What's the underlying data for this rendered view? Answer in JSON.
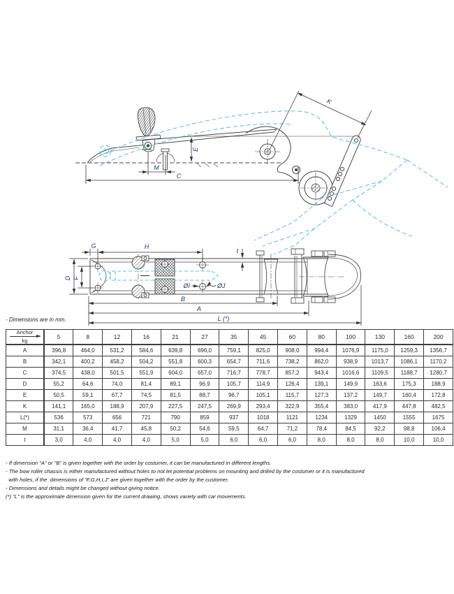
{
  "drawing": {
    "dimensions_note": "- Dimensions are in mm.",
    "labels": {
      "K": "K",
      "E": "E",
      "M": "M",
      "C": "C",
      "G": "G",
      "H": "H",
      "D": "D",
      "F": "F",
      "t": "t",
      "diaI": "ØI",
      "diaJ": "ØJ",
      "B": "B",
      "A": "A",
      "L": "L (*)"
    },
    "colors": {
      "line": "#474747",
      "anchor_dashed": "#66c1ec",
      "dim_label": "#1e3a78",
      "green_mark": "#31a24c"
    }
  },
  "table": {
    "header": {
      "anchor_label": "Anchor",
      "unit_label": "kg"
    },
    "columns": [
      "5",
      "8",
      "12",
      "16",
      "21",
      "27",
      "35",
      "45",
      "60",
      "80",
      "100",
      "130",
      "160",
      "200"
    ],
    "rows": [
      {
        "label": "A",
        "values": [
          "396,8",
          "464,0",
          "531,2",
          "584,6",
          "639,8",
          "696,0",
          "759,1",
          "825,0",
          "908,0",
          "994,4",
          "1076,9",
          "1175,0",
          "1259,3",
          "1356,7"
        ]
      },
      {
        "label": "B",
        "values": [
          "342,1",
          "400,2",
          "458,2",
          "504,2",
          "551,8",
          "600,3",
          "654,7",
          "711,6",
          "738,2",
          "862,0",
          "938,9",
          "1013,7",
          "1086,1",
          "1170,2"
        ]
      },
      {
        "label": "C",
        "values": [
          "374,5",
          "438,0",
          "501,5",
          "551,9",
          "604,0",
          "657,0",
          "716,7",
          "778,7",
          "857,2",
          "943,4",
          "1016,6",
          "1109,5",
          "1188,7",
          "1280,7"
        ]
      },
      {
        "label": "D",
        "values": [
          "55,2",
          "64,6",
          "74,0",
          "81,4",
          "89,1",
          "96,9",
          "105,7",
          "114,9",
          "126,4",
          "139,1",
          "149,9",
          "163,6",
          "175,3",
          "188,9"
        ]
      },
      {
        "label": "E",
        "values": [
          "50,5",
          "59,1",
          "67,7",
          "74,5",
          "81,5",
          "88,7",
          "96,7",
          "105,1",
          "115,7",
          "127,3",
          "137,2",
          "149,7",
          "160,4",
          "172,8"
        ]
      },
      {
        "label": "K",
        "values": [
          "141,1",
          "165,0",
          "188,9",
          "207,9",
          "227,5",
          "247,5",
          "269,9",
          "293,4",
          "322,9",
          "355,4",
          "383,0",
          "417,9",
          "447,8",
          "482,5"
        ]
      },
      {
        "label": "L(*)",
        "values": [
          "536",
          "573",
          "656",
          "721",
          "790",
          "859",
          "937",
          "1018",
          "1121",
          "1234",
          "1329",
          "1450",
          "1555",
          "1675"
        ]
      },
      {
        "label": "M",
        "values": [
          "31,1",
          "36,4",
          "41,7",
          "45,8",
          "50,2",
          "54,6",
          "59,5",
          "64,7",
          "71,2",
          "78,4",
          "84,5",
          "92,2",
          "98,8",
          "106,4"
        ]
      },
      {
        "label": "t",
        "values": [
          "3,0",
          "4,0",
          "4,0",
          "4,0",
          "5,0",
          "5,0",
          "6,0",
          "6,0",
          "6,0",
          "8,0",
          "8,0",
          "8,0",
          "10,0",
          "10,0"
        ]
      }
    ]
  },
  "notes": [
    "- If dimension “A” or “B” is given together with the order by costumer, it can be manufactured in different lengths.",
    "- The bow roller chassis is either manufactured without holes to not let potential problems on mounting and drilled by the costumer or it is manufactured",
    "  with holes, if the  dimensions of “F,G,H,I,J” are given together with the order by the customer.",
    "- Dimensions and details might be changed without giving notice.",
    "(*) “L” is the approximate dimension given for the current drawing, shows variety with car movements."
  ]
}
